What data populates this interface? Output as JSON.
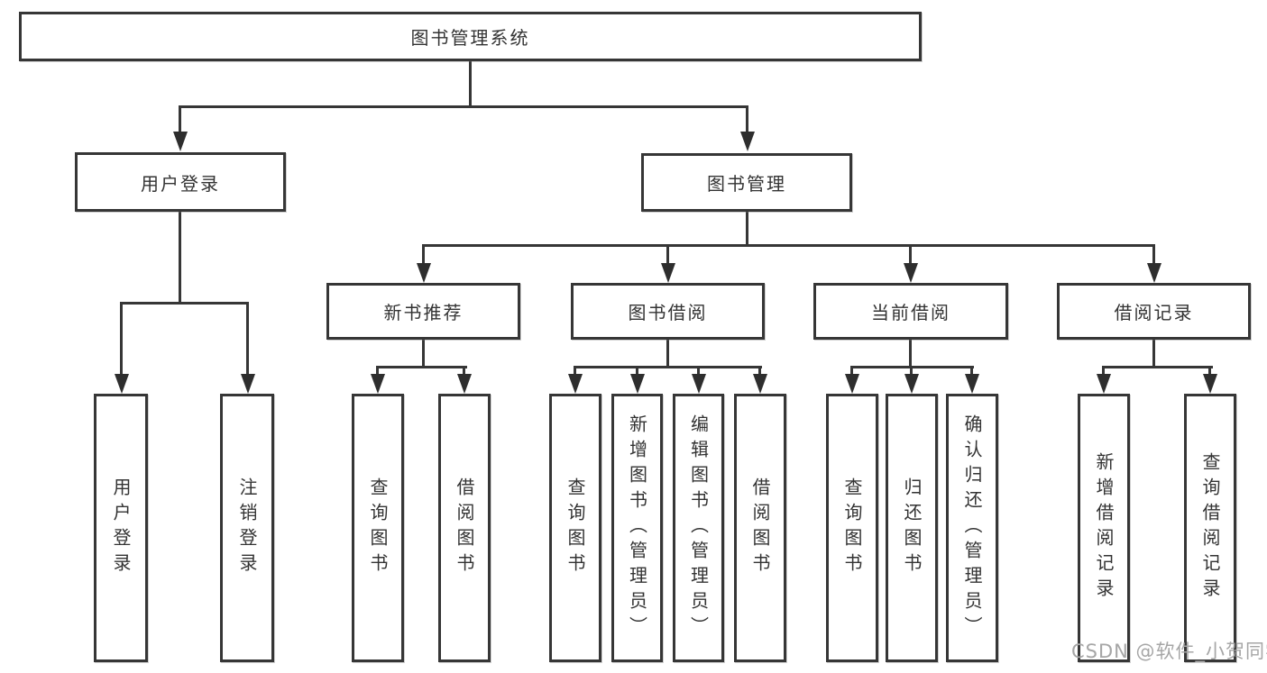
{
  "diagram": {
    "title": "图书管理系统",
    "level2": {
      "user_login": "用户登录",
      "book_mgmt": "图书管理"
    },
    "level3": {
      "new_books": "新书推荐",
      "book_borrow": "图书借阅",
      "current_borrow": "当前借阅",
      "borrow_records": "借阅记录"
    },
    "leaves": {
      "user_login": "用户登录",
      "logout": "注销登录",
      "nb_search": "查询图书",
      "nb_borrow": "借阅图书",
      "bb_search": "查询图书",
      "bb_add": "新增图书（管理员）",
      "bb_edit": "编辑图书（管理员）",
      "bb_borrow": "借阅图书",
      "cb_search": "查询图书",
      "cb_return": "归还图书",
      "cb_confirm": "确认归还（管理员）",
      "br_add": "新增借阅记录",
      "br_search": "查询借阅记录"
    },
    "watermark": "CSDN @软件_小贺同学",
    "colors": {
      "line": "#363636",
      "text": "#333333",
      "watermark": "#a6a6a6",
      "background": "#ffffff"
    }
  }
}
